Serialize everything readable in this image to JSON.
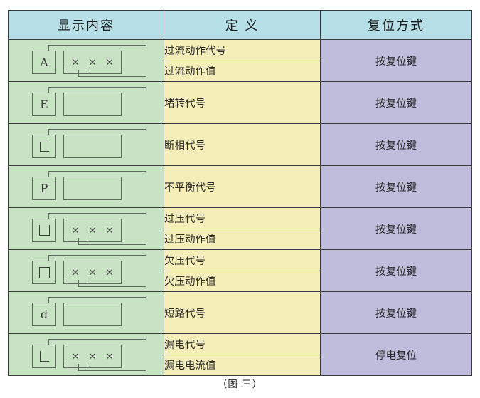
{
  "table": {
    "headers": {
      "display": "显示内容",
      "definition": "定 义",
      "reset": "复位方式"
    },
    "rows": [
      {
        "glyph": {
          "letter": "A",
          "letter_kind": "text",
          "value_cells": "×××",
          "has_bottom_rail": true
        },
        "definitions": [
          "过流动作代号",
          "过流动作值"
        ],
        "reset": "按复位键"
      },
      {
        "glyph": {
          "letter": "E",
          "letter_kind": "text",
          "value_cells": "",
          "has_bottom_rail": false
        },
        "definitions": [
          "堵转代号"
        ],
        "reset": "按复位键"
      },
      {
        "glyph": {
          "letter": "C",
          "letter_kind": "shape-c",
          "value_cells": "",
          "has_bottom_rail": false
        },
        "definitions": [
          "断相代号"
        ],
        "reset": "按复位键"
      },
      {
        "glyph": {
          "letter": "P",
          "letter_kind": "text",
          "value_cells": "",
          "has_bottom_rail": false
        },
        "definitions": [
          "不平衡代号"
        ],
        "reset": "按复位键"
      },
      {
        "glyph": {
          "letter": "U",
          "letter_kind": "shape-u",
          "value_cells": "×××",
          "has_bottom_rail": true
        },
        "definitions": [
          "过压代号",
          "过压动作值"
        ],
        "reset": "按复位键"
      },
      {
        "glyph": {
          "letter": "n",
          "letter_kind": "shape-n",
          "value_cells": "×××",
          "has_bottom_rail": true
        },
        "definitions": [
          "欠压代号",
          "欠压动作值"
        ],
        "reset": "按复位键"
      },
      {
        "glyph": {
          "letter": "d",
          "letter_kind": "text",
          "value_cells": "",
          "has_bottom_rail": false
        },
        "definitions": [
          "短路代号"
        ],
        "reset": "按复位键"
      },
      {
        "glyph": {
          "letter": "L",
          "letter_kind": "shape-l",
          "value_cells": "×××",
          "has_bottom_rail": true
        },
        "definitions": [
          "漏电代号",
          "漏电电流值"
        ],
        "reset": "停电复位"
      }
    ]
  },
  "caption": "（图 三）",
  "colors": {
    "header_bg": "#b6dfe7",
    "display_bg": "#c8e3c4",
    "definition_bg": "#f5eeb9",
    "reset_bg": "#bfbcdc",
    "border": "#3b3b3b",
    "glyph_stroke": "#5d6b5c"
  },
  "glyph_x_mark": "×"
}
